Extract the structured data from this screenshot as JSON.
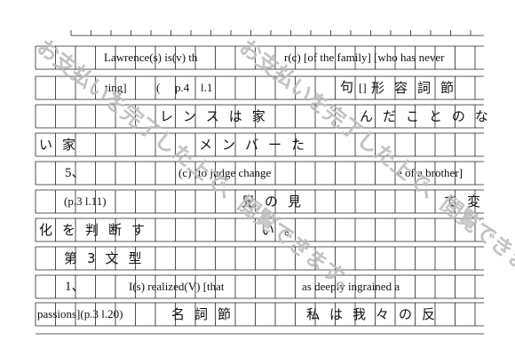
{
  "document": {
    "lines": [
      {
        "id": "r1",
        "text": "Lawrence(s) is(v) the ... r(c) [of the family] [who has never"
      },
      {
        "id": "r2",
        "text": "...ting]  ( p.4  l.1 ...   句  []  形  容  詞  節"
      },
      {
        "id": "r3",
        "text": "ロレンスは家 ... んだことのな"
      },
      {
        "id": "r4",
        "text": "い家 ... メンバーた"
      },
      {
        "id": "r5",
        "text": "5、 ... (c) [to judge change ... e of a brother]"
      },
      {
        "id": "r6",
        "text": "(p.3  l.11) ...  兄の見 ... て変"
      },
      {
        "id": "r7",
        "text": "化を判断す ... い。"
      },
      {
        "id": "r8",
        "text": "第3文型"
      },
      {
        "id": "r9",
        "text": "1、 I(s) realized(V) [that ... as deeply ingrained a"
      },
      {
        "id": "r10",
        "text": "passions](p.3  l.20)   名詞節 ... 私は我々の反"
      }
    ],
    "segments": {
      "r1a": "Lawrence(s) is(v) th",
      "r1b": "r(c) [of the family] [who has never",
      "r2a": "ting]",
      "r2b": "(",
      "r2c": "p.4",
      "r2d": "l.1",
      "r2e": "句",
      "r2f": "[]",
      "r2g": "形容詞節",
      "r3a": "レンスは家",
      "r3b": "んだことのな",
      "r4a": "い家",
      "r4b": "メンバーた",
      "r5a": "5、",
      "r5b": "(c) [to judge change",
      "r5c": "e of a brother]",
      "r6a": "(p.3  l.11)",
      "r6b": "兄の見",
      "r6c": "て変",
      "r7a": "化を判断す",
      "r7b": "い。",
      "r8a": "第3文型",
      "r9a": "1、",
      "r9b": "I(s) realized(V) [that",
      "r9c": "as deeply ingrained a",
      "r10a": "passions](p.3  l.20)",
      "r10b": "名詞節",
      "r10c": "私は我々の反"
    }
  },
  "watermark": {
    "text": "お支払いを完了した上で、閲覧できます。",
    "color": "#bdbdbd"
  }
}
